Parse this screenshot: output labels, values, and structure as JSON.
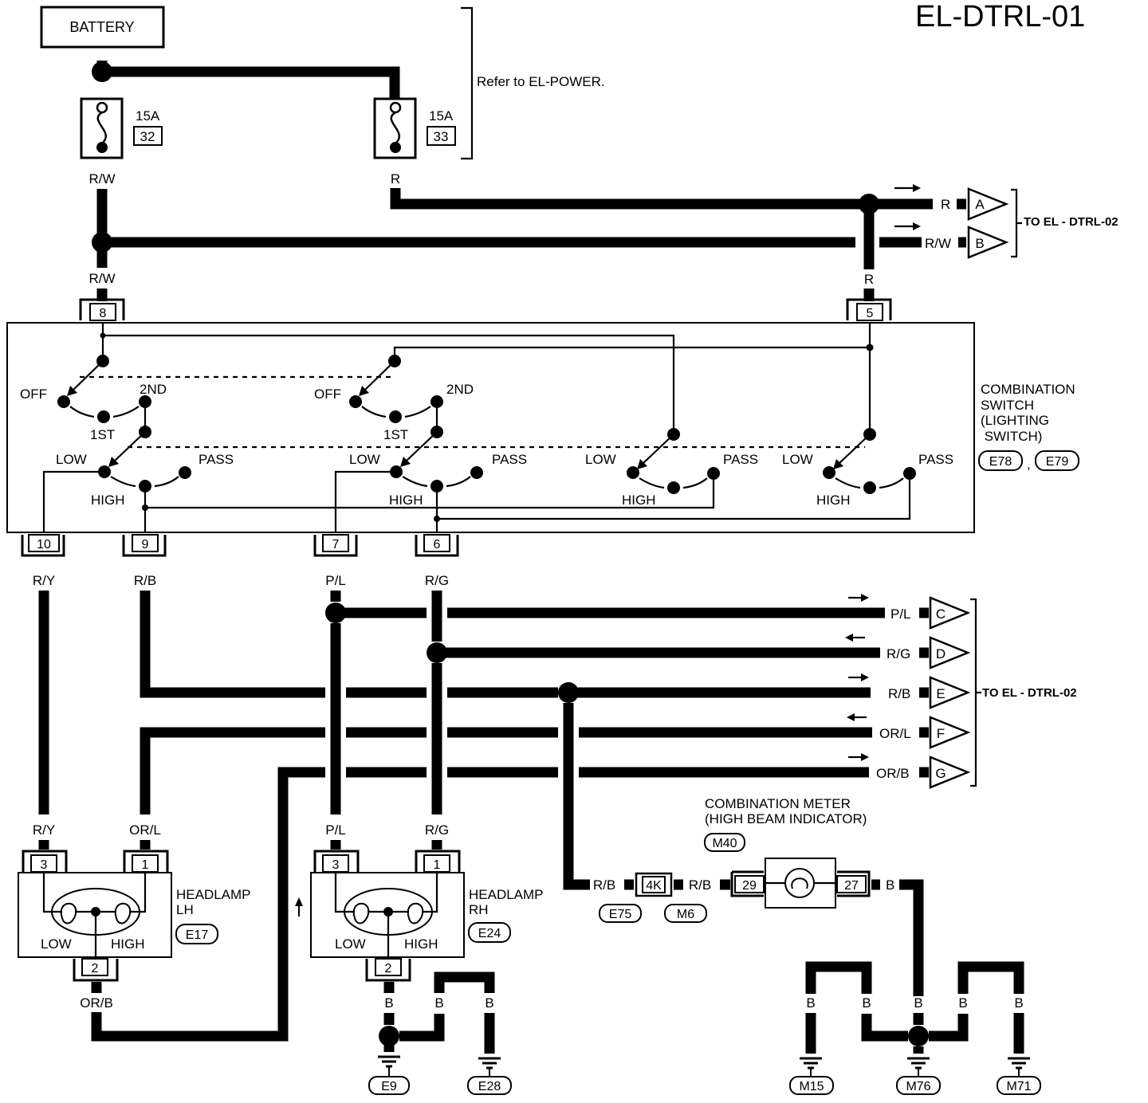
{
  "title": "EL-DTRL-01",
  "battery": "BATTERY",
  "refer": "Refer to EL-POWER.",
  "fuses": [
    {
      "amp": "15A",
      "num": "32"
    },
    {
      "amp": "15A",
      "num": "33"
    }
  ],
  "to_dtrl02": "TO EL - DTRL-02",
  "combination_switch": {
    "name": [
      "COMBINATION",
      "SWITCH",
      "(LIGHTING",
      " SWITCH)"
    ],
    "connectors": [
      "E78",
      "E79"
    ],
    "separator": ","
  },
  "switch_labels": {
    "off": "OFF",
    "first": "1ST",
    "second": "2ND",
    "low": "LOW",
    "high": "HIGH",
    "pass": "PASS"
  },
  "terminals": {
    "t8": "8",
    "t5": "5",
    "t10": "10",
    "t9": "9",
    "t7": "7",
    "t6": "6"
  },
  "wires": {
    "rw": "R/W",
    "r": "R",
    "ry": "R/Y",
    "rb": "R/B",
    "pl": "P/L",
    "rg": "R/G",
    "orl": "OR/L",
    "orb": "OR/B",
    "b": "B"
  },
  "refs": [
    "A",
    "B",
    "C",
    "D",
    "E",
    "F",
    "G"
  ],
  "headlamp_lh": {
    "name": [
      "HEADLAMP",
      "LH"
    ],
    "conn": "E17",
    "pins": [
      "3",
      "1",
      "2"
    ],
    "low": "LOW",
    "high": "HIGH"
  },
  "headlamp_rh": {
    "name": [
      "HEADLAMP",
      "RH"
    ],
    "conn": "E24",
    "pins": [
      "3",
      "1",
      "2"
    ],
    "low": "LOW",
    "high": "HIGH"
  },
  "meter": {
    "name": [
      "COMBINATION METER",
      "(HIGH BEAM INDICATOR)"
    ],
    "conn": "M40",
    "pins": [
      "29",
      "27"
    ]
  },
  "joint": {
    "label": "4K",
    "conns": [
      "E75",
      "M6"
    ]
  },
  "grounds": [
    "E9",
    "E28",
    "M15",
    "M76",
    "M71"
  ]
}
